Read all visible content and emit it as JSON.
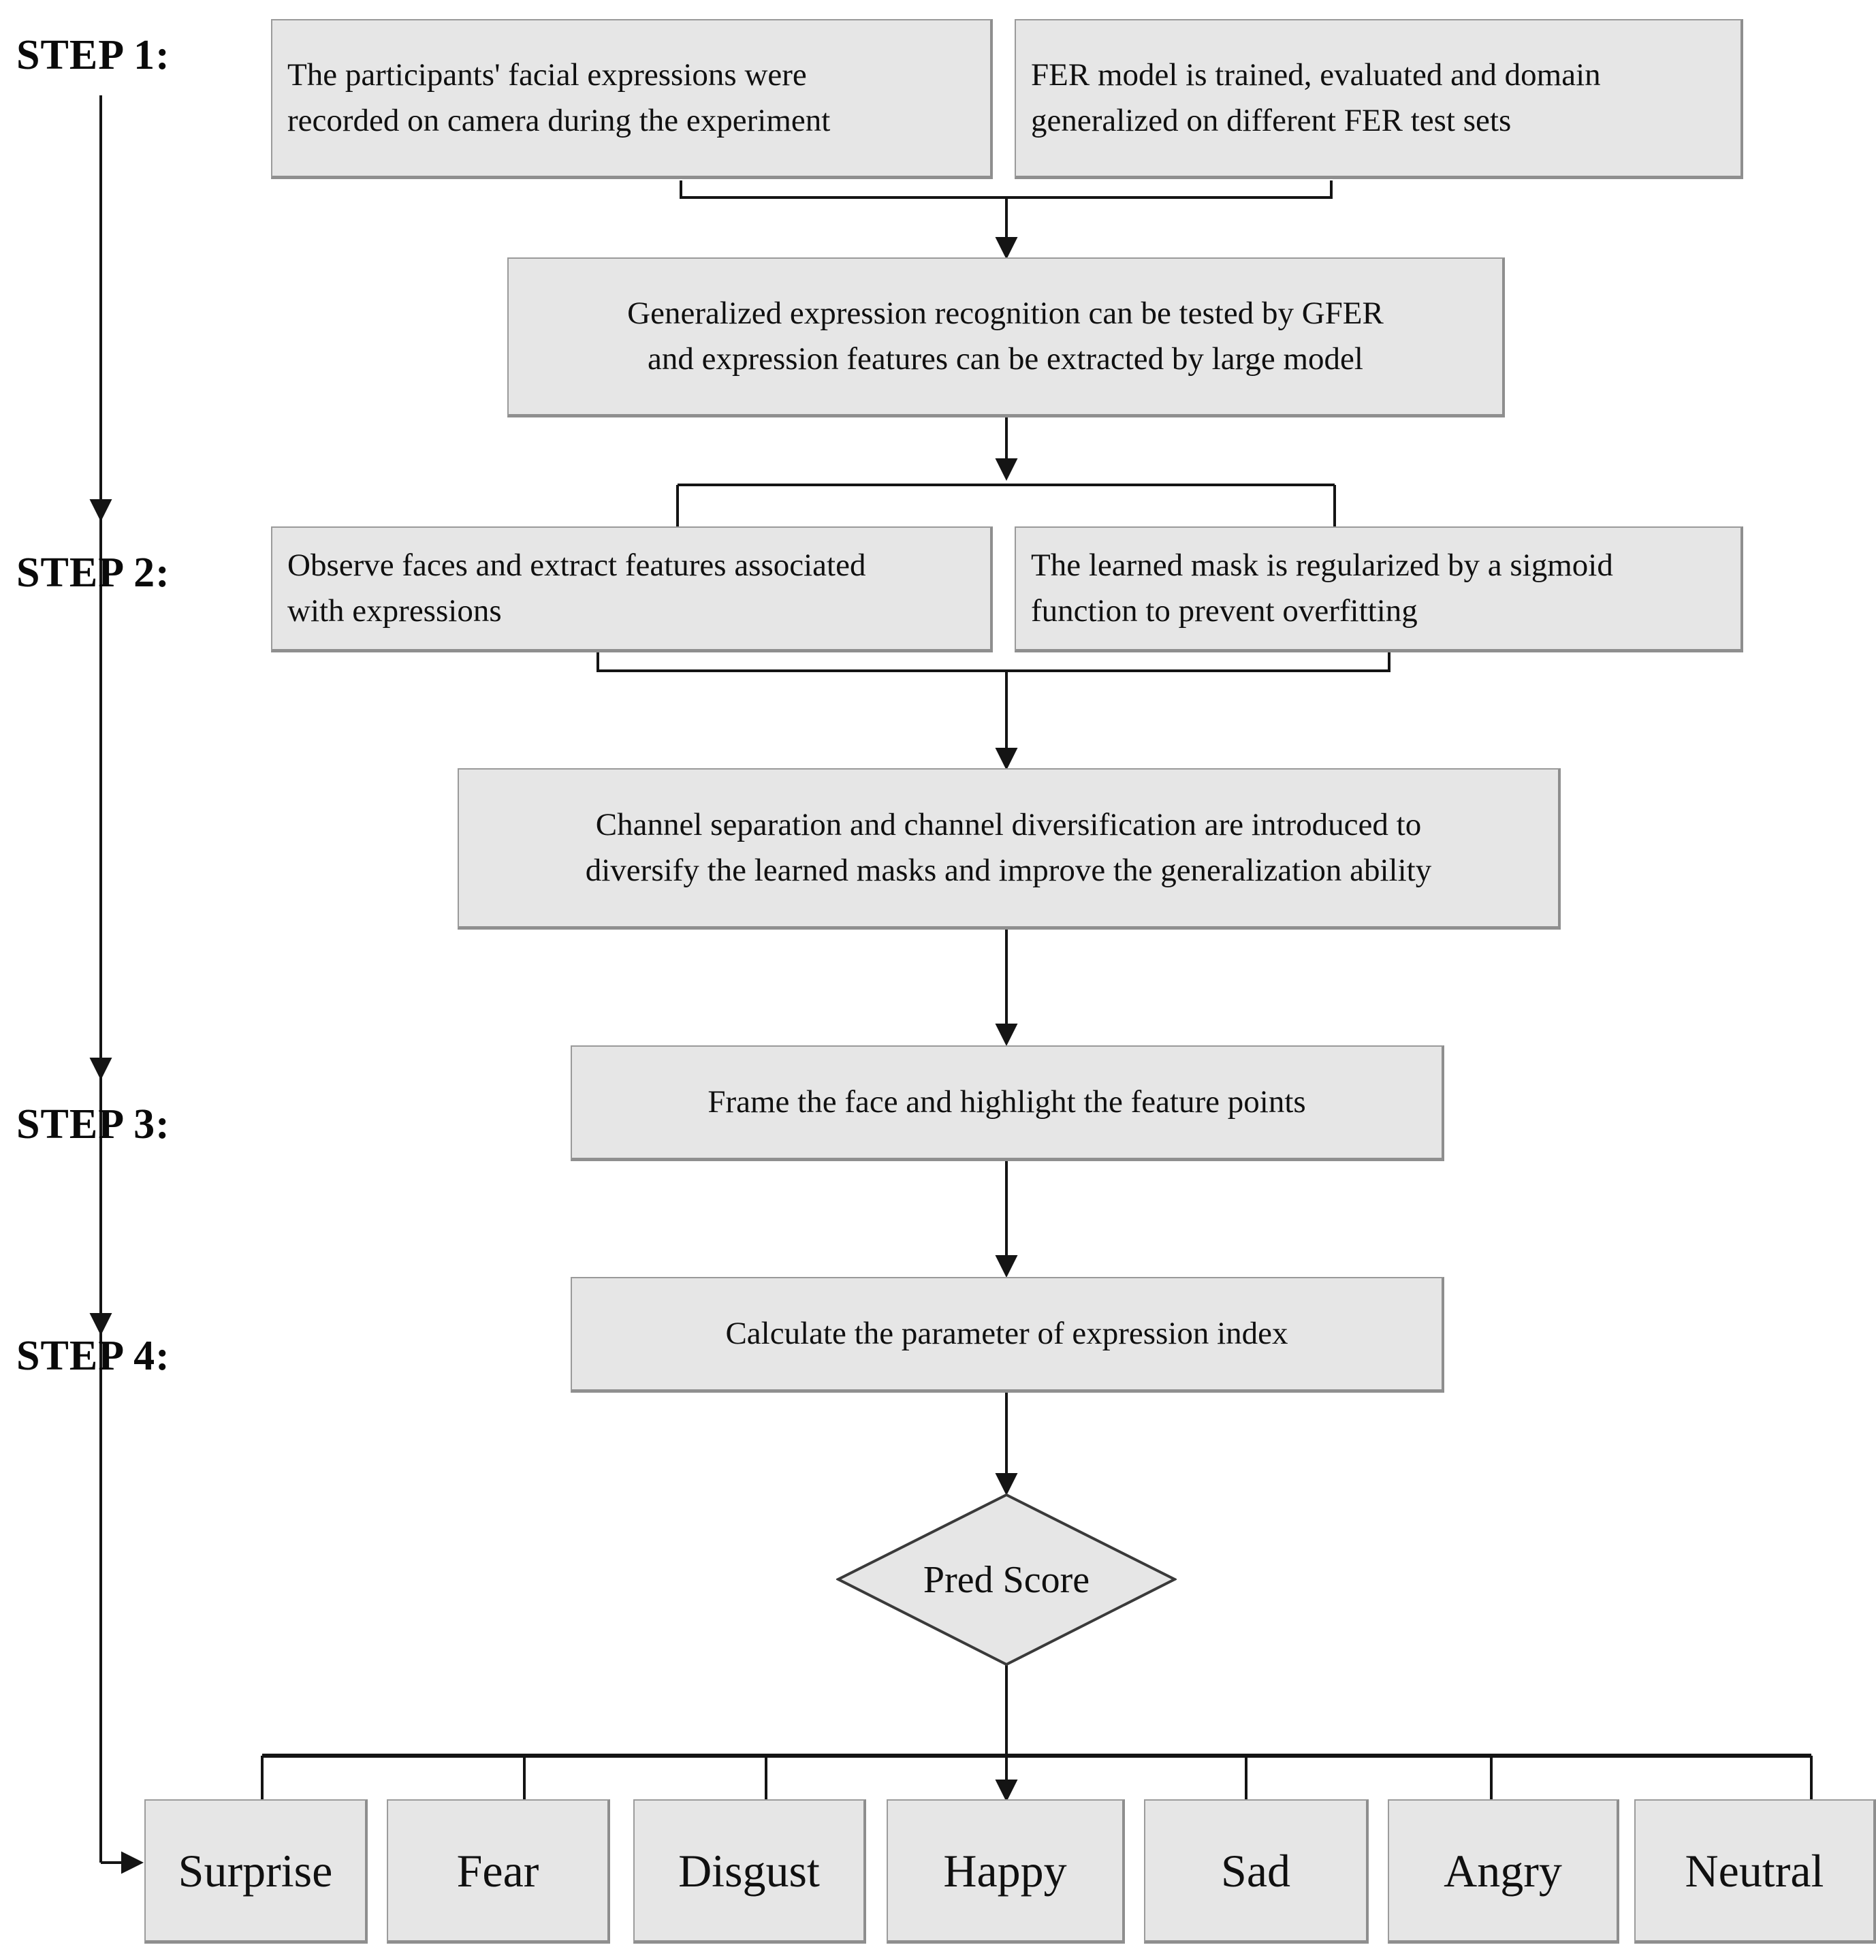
{
  "diagram": {
    "title": "Facial Expression Recognition pipeline flowchart",
    "box_fill": "#e6e6e6",
    "box_border": "#9a9a9a",
    "line_color": "#1a1a1a",
    "text_color": "#101010"
  },
  "steps": [
    {
      "id": "step1",
      "label": "STEP 1:"
    },
    {
      "id": "step2",
      "label": "STEP 2:"
    },
    {
      "id": "step3",
      "label": "STEP 3:"
    },
    {
      "id": "step4",
      "label": "STEP 4:"
    }
  ],
  "nodes": {
    "participants": {
      "line1": "The participants' facial expressions were",
      "line2": "recorded on camera during the experiment"
    },
    "fer_model": {
      "line1": "FER model is trained, evaluated and domain",
      "line2": "generalized on different FER test sets"
    },
    "gfer": {
      "line1": "Generalized expression recognition can be tested by GFER",
      "line2": "and expression features can be extracted by large model"
    },
    "observe_faces": {
      "line1": "Observe faces and extract features associated",
      "line2": "with expressions"
    },
    "learned_mask": {
      "line1": "The learned mask is regularized by a sigmoid",
      "line2": "function to prevent overfitting"
    },
    "channel_sep": {
      "line1": "Channel separation and channel diversification are introduced to",
      "line2": "diversify the learned masks and improve the generalization ability"
    },
    "frame_face": {
      "line1": "Frame the face and highlight the feature points"
    },
    "calculate_index": {
      "line1": "Calculate the parameter of expression index"
    },
    "pred_score": {
      "label": "Pred Score"
    }
  },
  "emotions": [
    {
      "id": "surprise",
      "label": "Surprise"
    },
    {
      "id": "fear",
      "label": "Fear"
    },
    {
      "id": "disgust",
      "label": "Disgust"
    },
    {
      "id": "happy",
      "label": "Happy"
    },
    {
      "id": "sad",
      "label": "Sad"
    },
    {
      "id": "angry",
      "label": "Angry"
    },
    {
      "id": "neutral",
      "label": "Neutral"
    }
  ]
}
